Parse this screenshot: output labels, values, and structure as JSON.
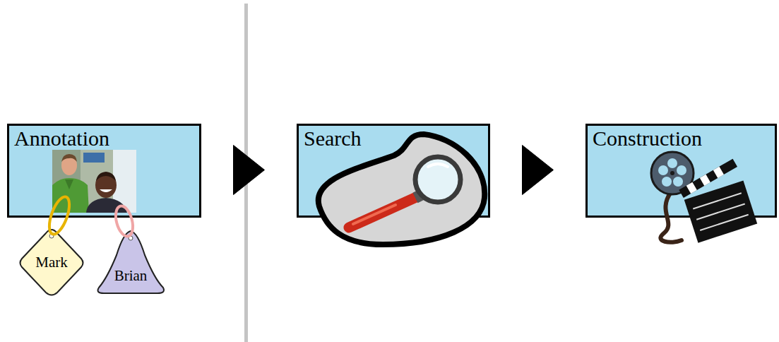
{
  "diagram": {
    "nodes": [
      {
        "text": [
          "Annotation"
        ]
      },
      {
        "text": [
          "Mark"
        ]
      },
      {
        "text": [
          "Brian"
        ]
      },
      {
        "text": [
          "Search"
        ]
      },
      {
        "text": [
          "Construction"
        ]
      }
    ],
    "edges": [
      {
        "from": 0,
        "to": 3,
        "arrow": "to"
      },
      {
        "from": 3,
        "to": 4,
        "arrow": "to"
      }
    ]
  }
}
